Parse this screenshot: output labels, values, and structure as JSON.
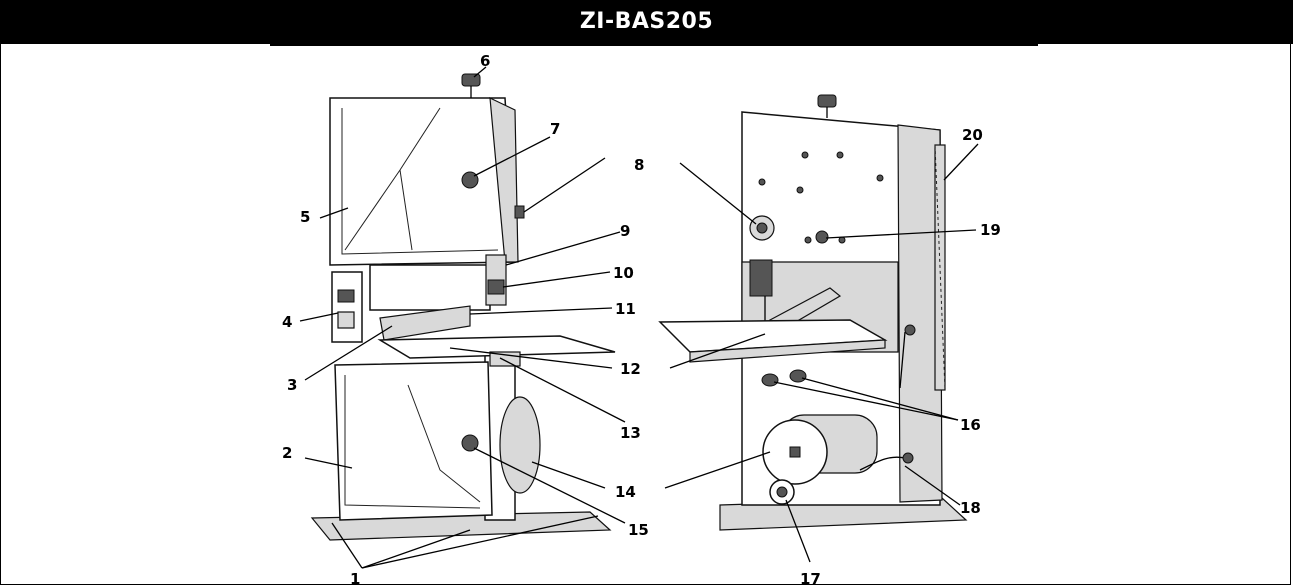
{
  "title": "ZI-BAS205",
  "callouts": [
    {
      "id": "c1",
      "text": "1"
    },
    {
      "id": "c2",
      "text": "2"
    },
    {
      "id": "c3",
      "text": "3"
    },
    {
      "id": "c4",
      "text": "4"
    },
    {
      "id": "c5",
      "text": "5"
    },
    {
      "id": "c6",
      "text": "6"
    },
    {
      "id": "c7",
      "text": "7"
    },
    {
      "id": "c8",
      "text": "8"
    },
    {
      "id": "c9",
      "text": "9"
    },
    {
      "id": "c10",
      "text": "10"
    },
    {
      "id": "c11",
      "text": "11"
    },
    {
      "id": "c12",
      "text": "12"
    },
    {
      "id": "c13",
      "text": "13"
    },
    {
      "id": "c14",
      "text": "14"
    },
    {
      "id": "c15",
      "text": "15"
    },
    {
      "id": "c16",
      "text": "16"
    },
    {
      "id": "c17",
      "text": "17"
    },
    {
      "id": "c18",
      "text": "18"
    },
    {
      "id": "c19",
      "text": "19"
    },
    {
      "id": "c20",
      "text": "20"
    }
  ]
}
